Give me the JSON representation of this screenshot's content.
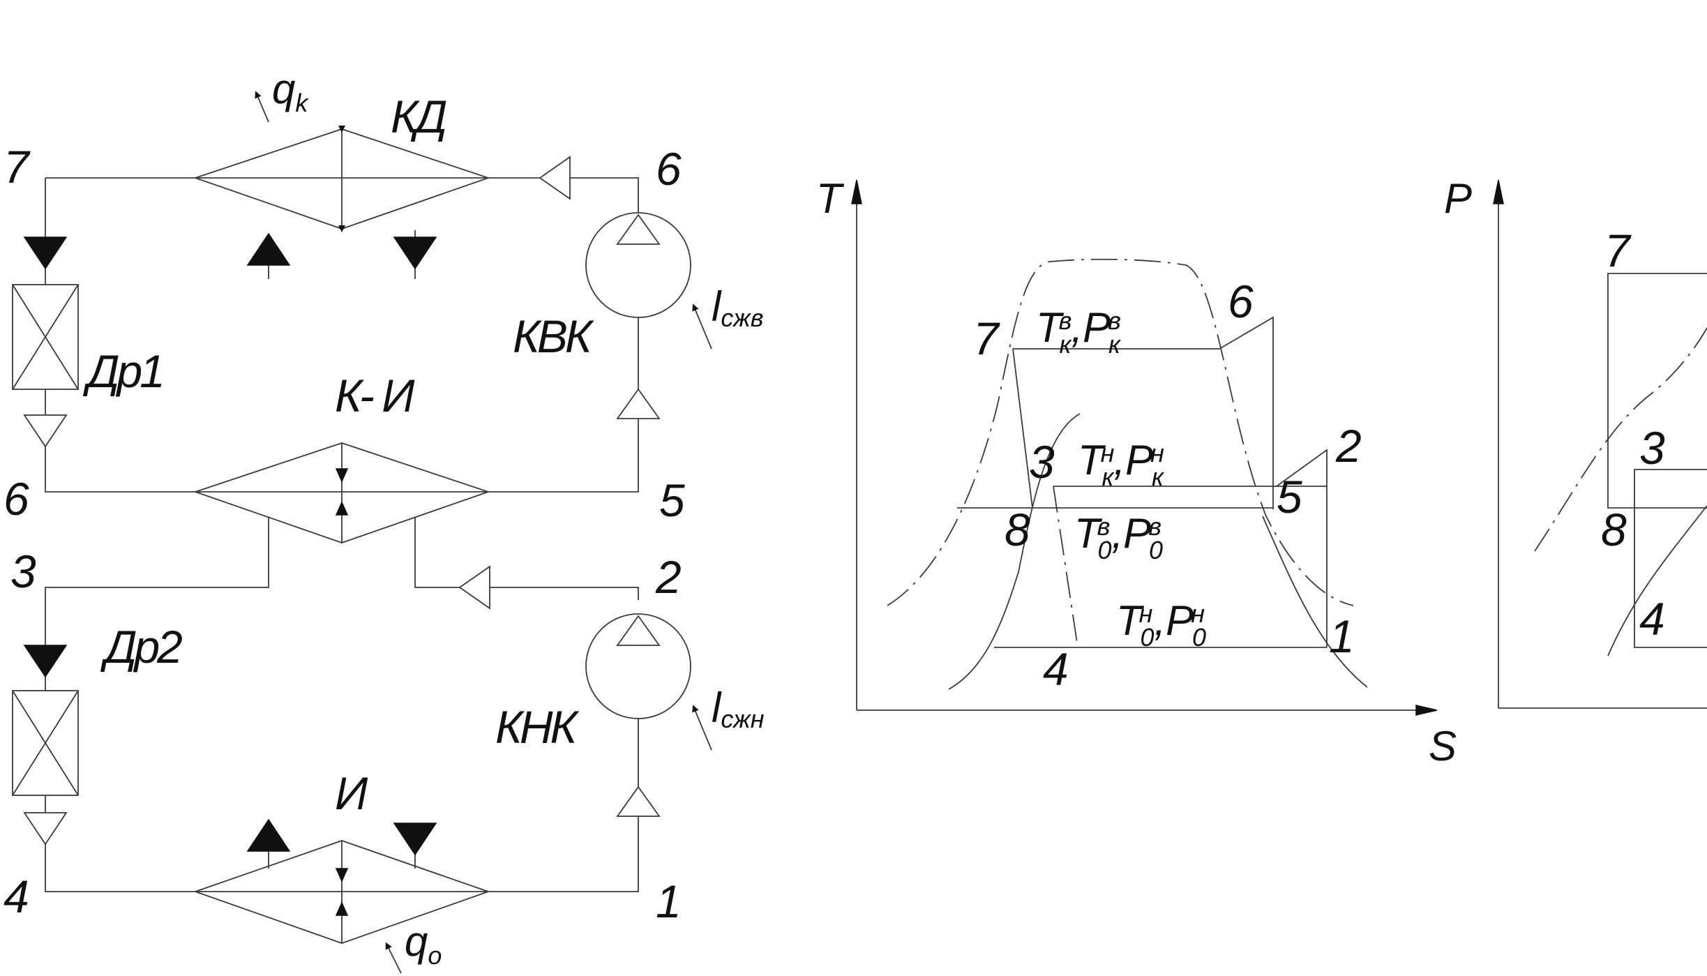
{
  "schematic": {
    "condenser": {
      "label": "КД",
      "heat": "q",
      "heat_sub": "k"
    },
    "cascade_exchanger": {
      "label": "К- И"
    },
    "evaporator": {
      "label": "И",
      "heat": "q",
      "heat_sub": "o"
    },
    "throttle_1": {
      "label": "Др1"
    },
    "throttle_2": {
      "label": "Др2"
    },
    "compressor_high": {
      "label": "КВК",
      "work": "l",
      "work_sub": "сжв"
    },
    "compressor_low": {
      "label": "КНК",
      "work": "l",
      "work_sub": "сжн"
    },
    "points": {
      "p7": "7",
      "p6_top": "6",
      "p6_left": "6",
      "p5": "5",
      "p3": "3",
      "p2": "2",
      "p4": "4",
      "p1": "1"
    }
  },
  "ts_diagram": {
    "x_axis": "S",
    "y_axis": "T",
    "points": {
      "p7": "7",
      "p6": "6",
      "p3": "3",
      "p2": "2",
      "p5": "5",
      "p8": "8",
      "p4": "4",
      "p1": "1"
    },
    "labels": {
      "tk_high": {
        "T": "T",
        "T_sub": "к",
        "T_sup": "в",
        "P": "P",
        "P_sub": "к",
        "P_sup": "в"
      },
      "tk_low": {
        "T": "T",
        "T_sub": "к",
        "T_sup": "н",
        "P": "P",
        "P_sub": "к",
        "P_sup": "н"
      },
      "t0_high": {
        "T": "T",
        "T_sub": "0",
        "T_sup": "в",
        "P": "P",
        "P_sub": "0",
        "P_sup": "в"
      },
      "t0_low": {
        "T": "T",
        "T_sub": "0",
        "T_sup": "н",
        "P": "P",
        "P_sub": "0",
        "P_sup": "н"
      }
    }
  },
  "ph_diagram": {
    "y_axis": "P",
    "points": {
      "p7": "7",
      "p3": "3",
      "p8": "8",
      "p4": "4"
    }
  },
  "colors": {
    "line": "#3a3a3a",
    "text": "#111111",
    "background": "#ffffff"
  }
}
